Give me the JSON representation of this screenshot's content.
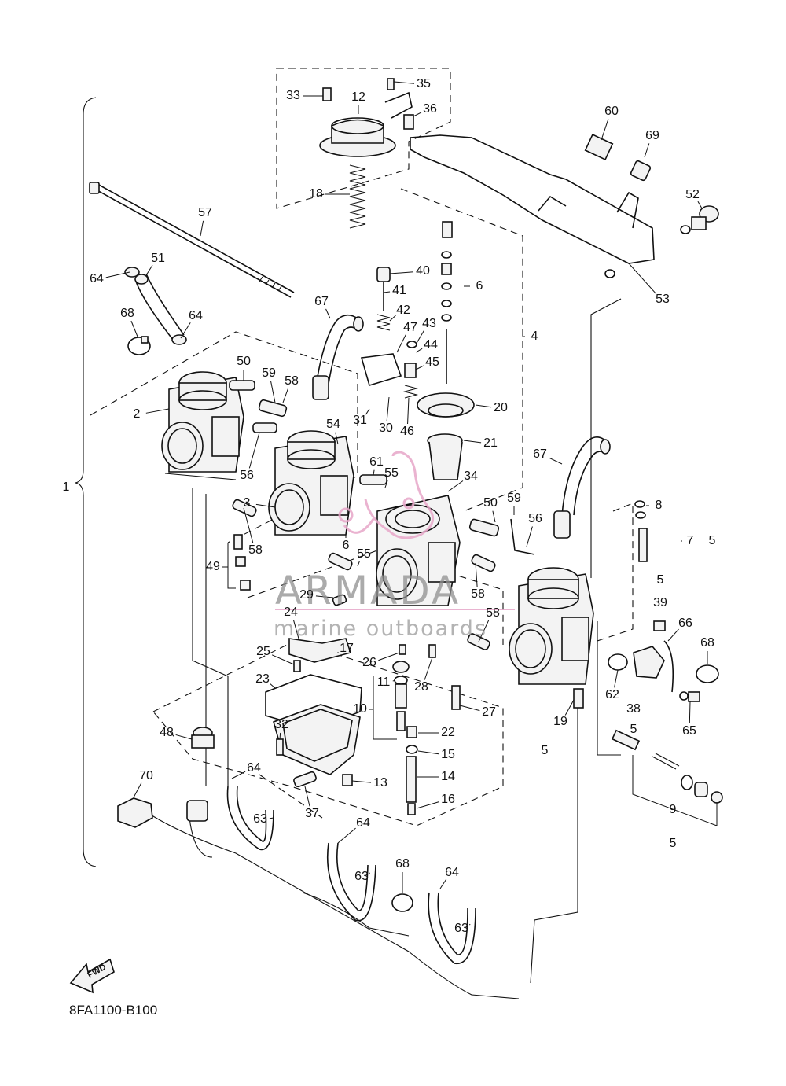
{
  "diagram_code": "8FA1100-B100",
  "fwd_label": "FWD",
  "watermark": {
    "brand": "ARMADA",
    "tagline": "marine outboards"
  },
  "callouts": [
    "1",
    "2",
    "3",
    "4",
    "5",
    "6",
    "7",
    "8",
    "9",
    "10",
    "11",
    "12",
    "13",
    "14",
    "15",
    "16",
    "17",
    "18",
    "19",
    "20",
    "21",
    "22",
    "23",
    "24",
    "25",
    "26",
    "27",
    "28",
    "29",
    "30",
    "31",
    "32",
    "33",
    "34",
    "35",
    "36",
    "37",
    "38",
    "39",
    "40",
    "41",
    "42",
    "43",
    "44",
    "45",
    "46",
    "47",
    "48",
    "49",
    "50",
    "51",
    "52",
    "53",
    "54",
    "55",
    "56",
    "57",
    "58",
    "59",
    "60",
    "61",
    "62",
    "63",
    "64",
    "65",
    "66",
    "67",
    "68",
    "69",
    "70"
  ]
}
